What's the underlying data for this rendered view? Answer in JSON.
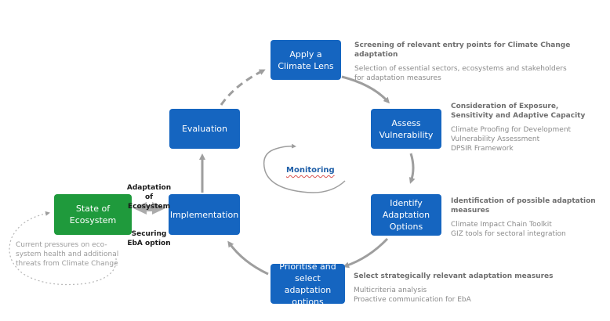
{
  "steps": {
    "climate_lens": "Apply a\nClimate Lens",
    "vulnerability": "Assess\nVulnerability",
    "adaptation_options": "Identify\nAdaptation\nOptions",
    "prioritise": "Prioritise and\nselect adaptation\noptions",
    "implementation": "Implementation",
    "evaluation": "Evaluation",
    "ecosystem": "State of\nEcosystem"
  },
  "descriptions": {
    "climate_lens": {
      "head": "Screening of relevant entry points for Climate Change adaptation",
      "items": [
        "Selection of essential sectors, ecosystems and stakeholders",
        "for adaptation measures"
      ]
    },
    "vulnerability": {
      "head": "Consideration of Exposure,\nSensitivity and Adaptive Capacity",
      "items": [
        "Climate Proofing for Development",
        "Vulnerability Assessment",
        "DPSIR Framework"
      ]
    },
    "adaptation_options": {
      "head": "Identification of possible adaptation measures",
      "items": [
        "Climate Impact Chain Toolkit",
        "GIZ tools for sectoral integration"
      ]
    },
    "prioritise": {
      "head": "Select strategically relevant adaptation measures",
      "items": [
        "Multicriteria analysis",
        "Proactive communication for EbA"
      ]
    }
  },
  "monitoring": "Monitoring",
  "adaptation_of_ecosystem": "Adaptation of\nEcosystem",
  "securing_eba": "Securing\nEbA option",
  "pressures": "Current pressures on eco-\nsystem health and additional\nthreats from Climate Change",
  "colors": {
    "step_blue": "#1565c0",
    "ecosystem_green": "#1f9a3c",
    "arrow_gray": "#9e9e9e"
  }
}
